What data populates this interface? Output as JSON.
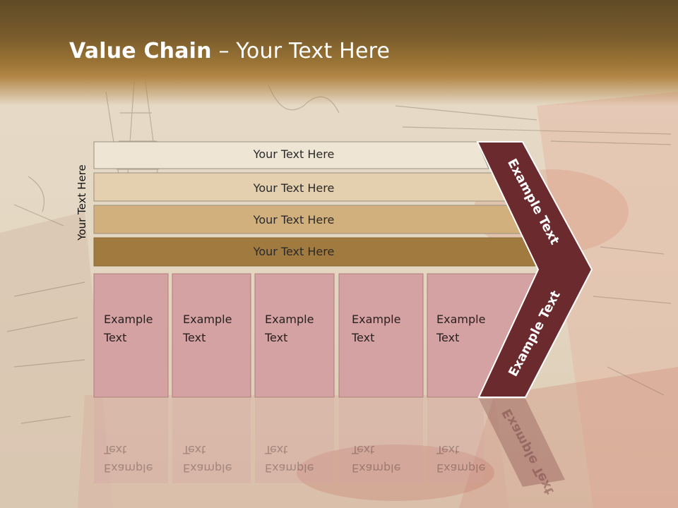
{
  "title": {
    "bold": "Value Chain",
    "rest": " – Your Text Here"
  },
  "side_label": "Your Text Here",
  "rows": [
    {
      "label": "Your Text Here",
      "color": "#efe5d5"
    },
    {
      "label": "Your Text Here",
      "color": "#e4cfae"
    },
    {
      "label": "Your Text Here",
      "color": "#d1b07e"
    },
    {
      "label": "Your Text Here",
      "color": "#a07a3f"
    }
  ],
  "cells": [
    {
      "text": "Example\nText"
    },
    {
      "text": "Example\nText"
    },
    {
      "text": "Example\nText"
    },
    {
      "text": "Example\nText"
    },
    {
      "text": "Example\nText"
    }
  ],
  "chevron": {
    "top_text": "Example Text",
    "bottom_text": "Example Text",
    "color": "#6b2a2e"
  },
  "colors": {
    "cell": "#d4a2a2",
    "cell_border": "#b07c7c"
  }
}
